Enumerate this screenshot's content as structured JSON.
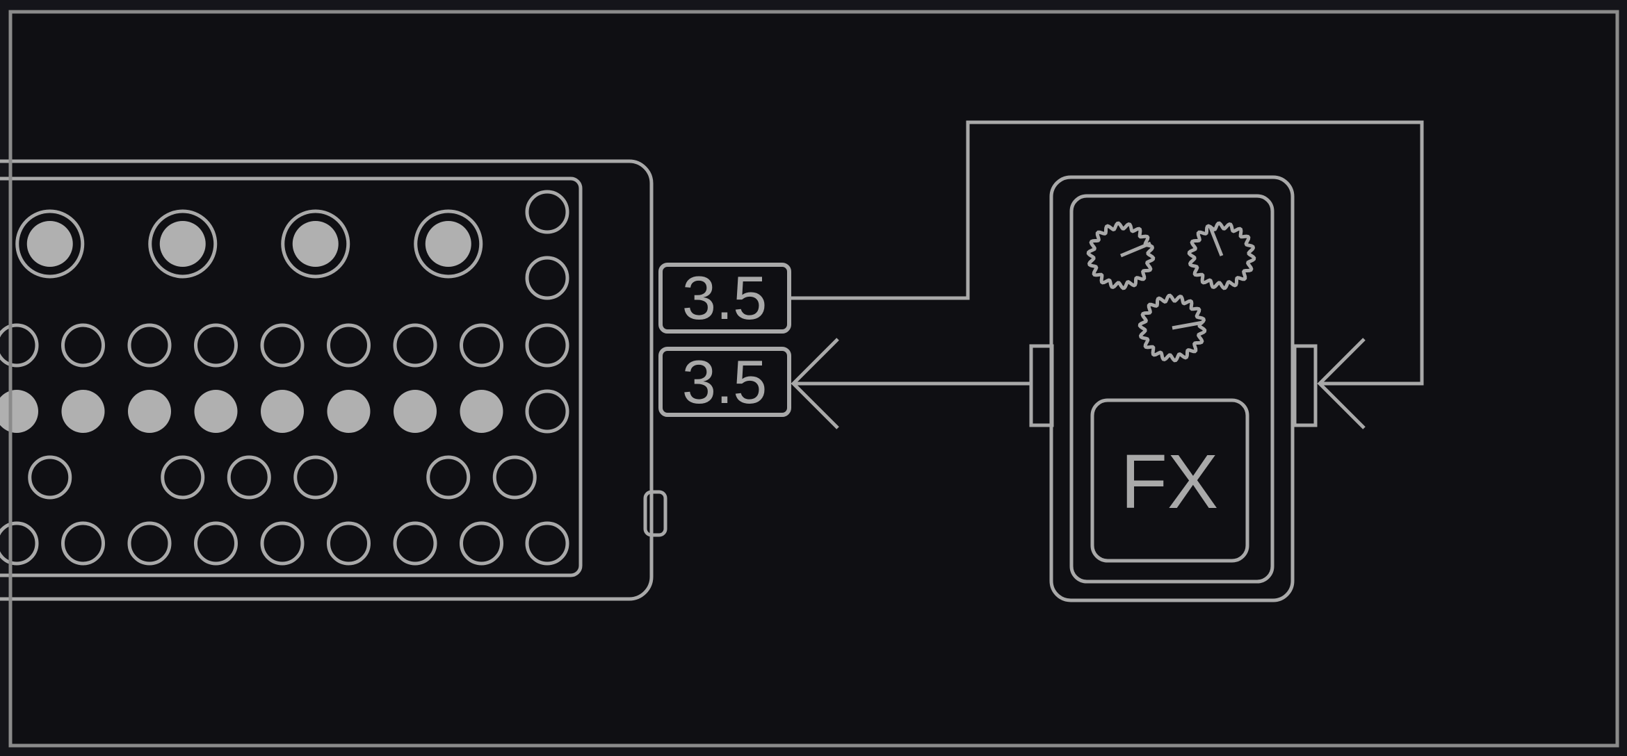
{
  "labels": {
    "synth_out_jack": "3.5",
    "synth_in_jack": "3.5",
    "fx_pedal": "FX"
  },
  "colors": {
    "outer_bg": "#15151a",
    "bg": "#0f0f13",
    "frame": "#8b8b8b",
    "stroke": "#a9a9a9",
    "pad_fill": "#b0b0b0",
    "text": "#a9a9a9"
  }
}
